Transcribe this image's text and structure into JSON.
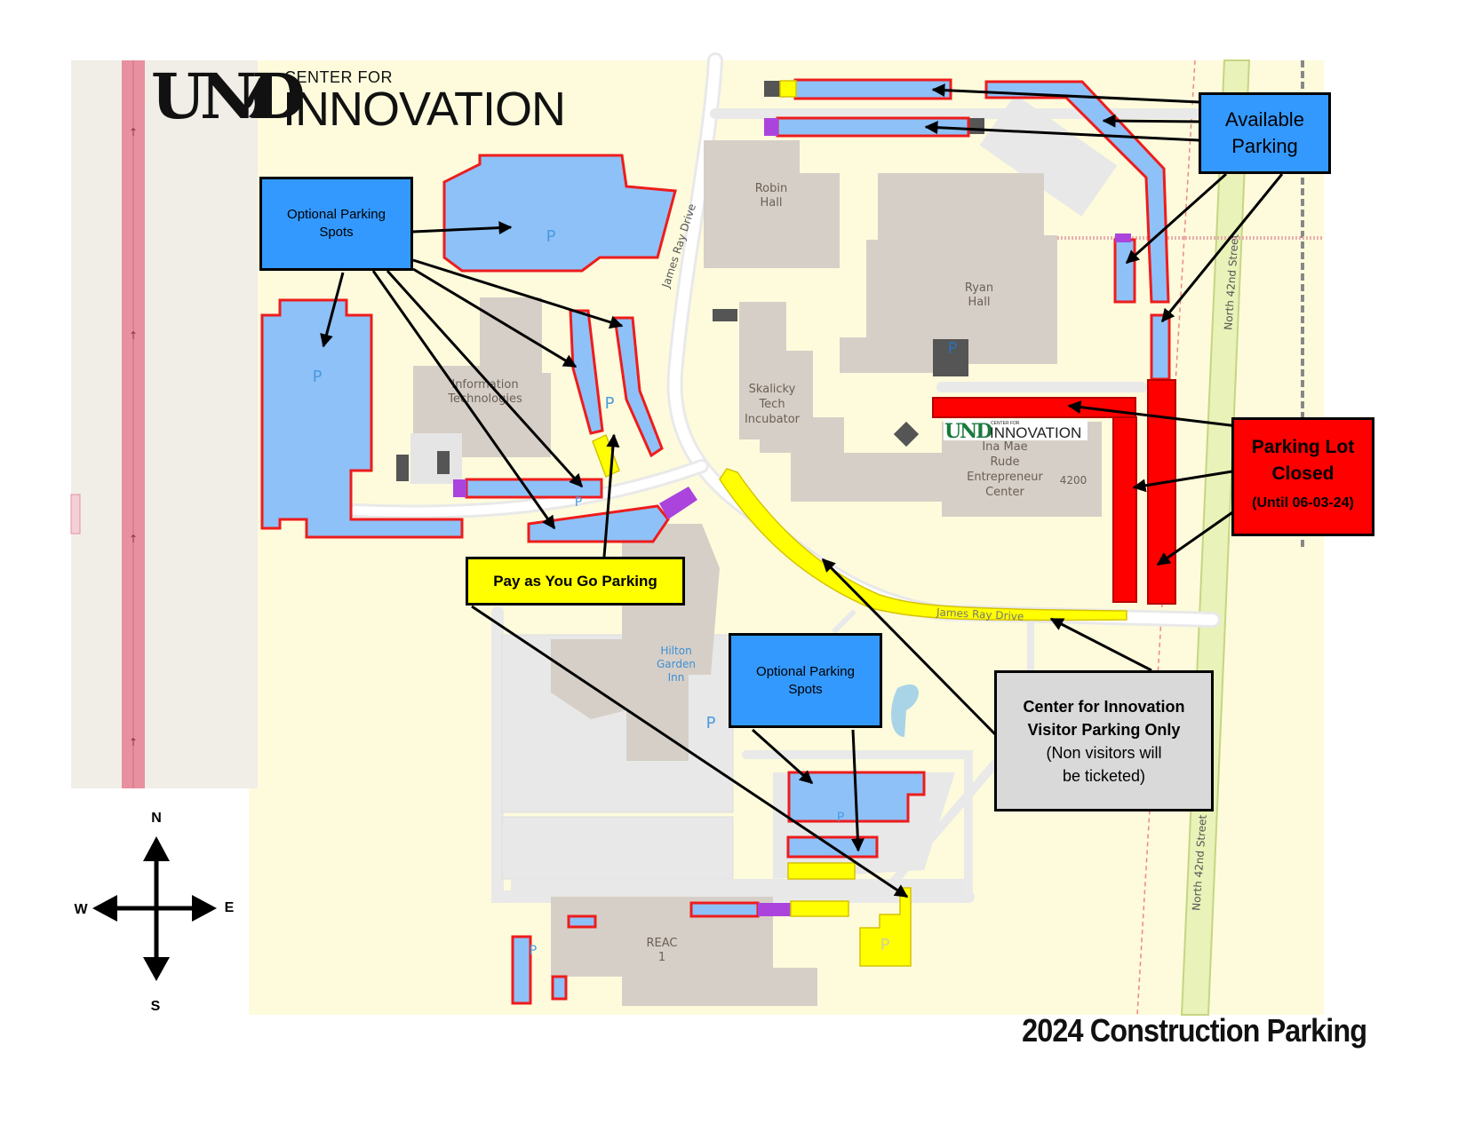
{
  "header": {
    "logo_und": "UND",
    "logo_center_for": "CENTER FOR",
    "logo_innovation": "INNOVATION"
  },
  "title": "2024 Construction Parking",
  "compass": {
    "n": "N",
    "s": "S",
    "e": "E",
    "w": "W"
  },
  "callouts": {
    "available": {
      "line1": "Available",
      "line2": "Parking"
    },
    "optional_1": {
      "line1": "Optional Parking",
      "line2": "Spots"
    },
    "optional_2": {
      "line1": "Optional Parking",
      "line2": "Spots"
    },
    "pay_go": {
      "label": "Pay as You Go Parking"
    },
    "closed": {
      "line1": "Parking Lot",
      "line2": "Closed",
      "line3": "(Until 06-03-24)"
    },
    "visitor": {
      "line1": "Center for Innovation",
      "line2": "Visitor Parking Only",
      "line3": "(Non visitors will",
      "line4": "be ticketed)"
    }
  },
  "map_labels": {
    "robin_hall": [
      "Robin",
      "Hall"
    ],
    "ryan_hall": [
      "Ryan",
      "Hall"
    ],
    "skalicky": [
      "Skalicky",
      "Tech",
      "Incubator"
    ],
    "info_tech": [
      "Information",
      "Technologies"
    ],
    "ina_mae": [
      "Ina Mae",
      "Rude",
      "Entrepreneur",
      "Center"
    ],
    "address_4200": "4200",
    "hilton": [
      "Hilton",
      "Garden",
      "Inn"
    ],
    "reac": [
      "REAC",
      "1"
    ],
    "james_ray_drive_1": "James Ray Drive",
    "james_ray_drive_2": "James Ray Drive",
    "north_42nd_1": "North 42nd Street",
    "north_42nd_2": "North 42nd Street",
    "parking_symbol": "P",
    "inline_logo_und": "UND",
    "inline_logo_center": "CENTER FOR",
    "inline_logo_innovation": "INNOVATION"
  },
  "colors": {
    "map_background": "#fdfbdc",
    "building": "#d6cfc7",
    "parking_available": "#8ec1f8",
    "outline_red": "#ee1c1c",
    "closed_red": "#ff0000",
    "pay_yellow": "#ffff00",
    "optional_blue": "#3399ff",
    "visitor_gray": "#d9d9d9",
    "purple": "#a64ce8"
  }
}
